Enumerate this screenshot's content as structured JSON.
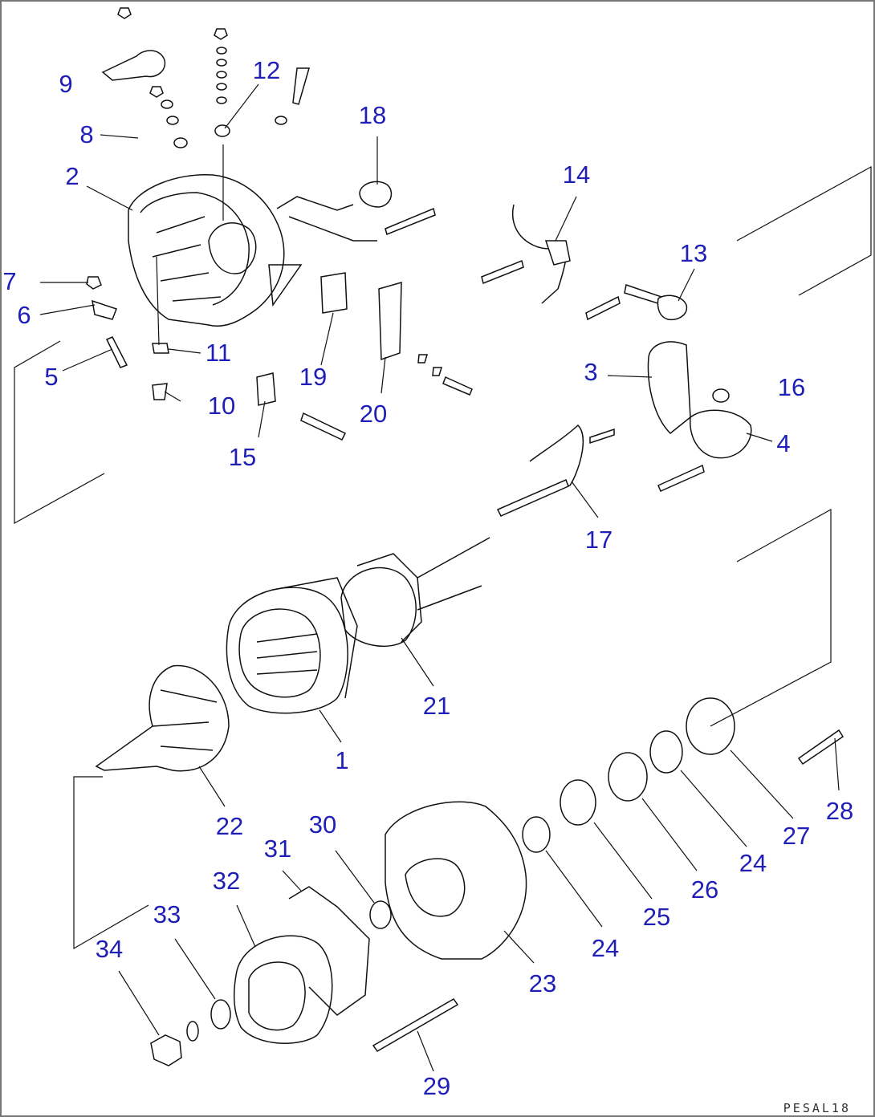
{
  "diagram": {
    "callouts": [
      "1",
      "2",
      "3",
      "4",
      "5",
      "6",
      "7",
      "8",
      "9",
      "10",
      "11",
      "12",
      "13",
      "14",
      "15",
      "16",
      "17",
      "18",
      "19",
      "20",
      "21",
      "22",
      "23",
      "24",
      "24",
      "25",
      "26",
      "27",
      "28",
      "29",
      "30",
      "31",
      "32",
      "33",
      "34"
    ],
    "drawing_code": "PESAL18",
    "colors": {
      "callout": "#1f1fb8",
      "line": "#111111",
      "background": "#ffffff"
    }
  }
}
